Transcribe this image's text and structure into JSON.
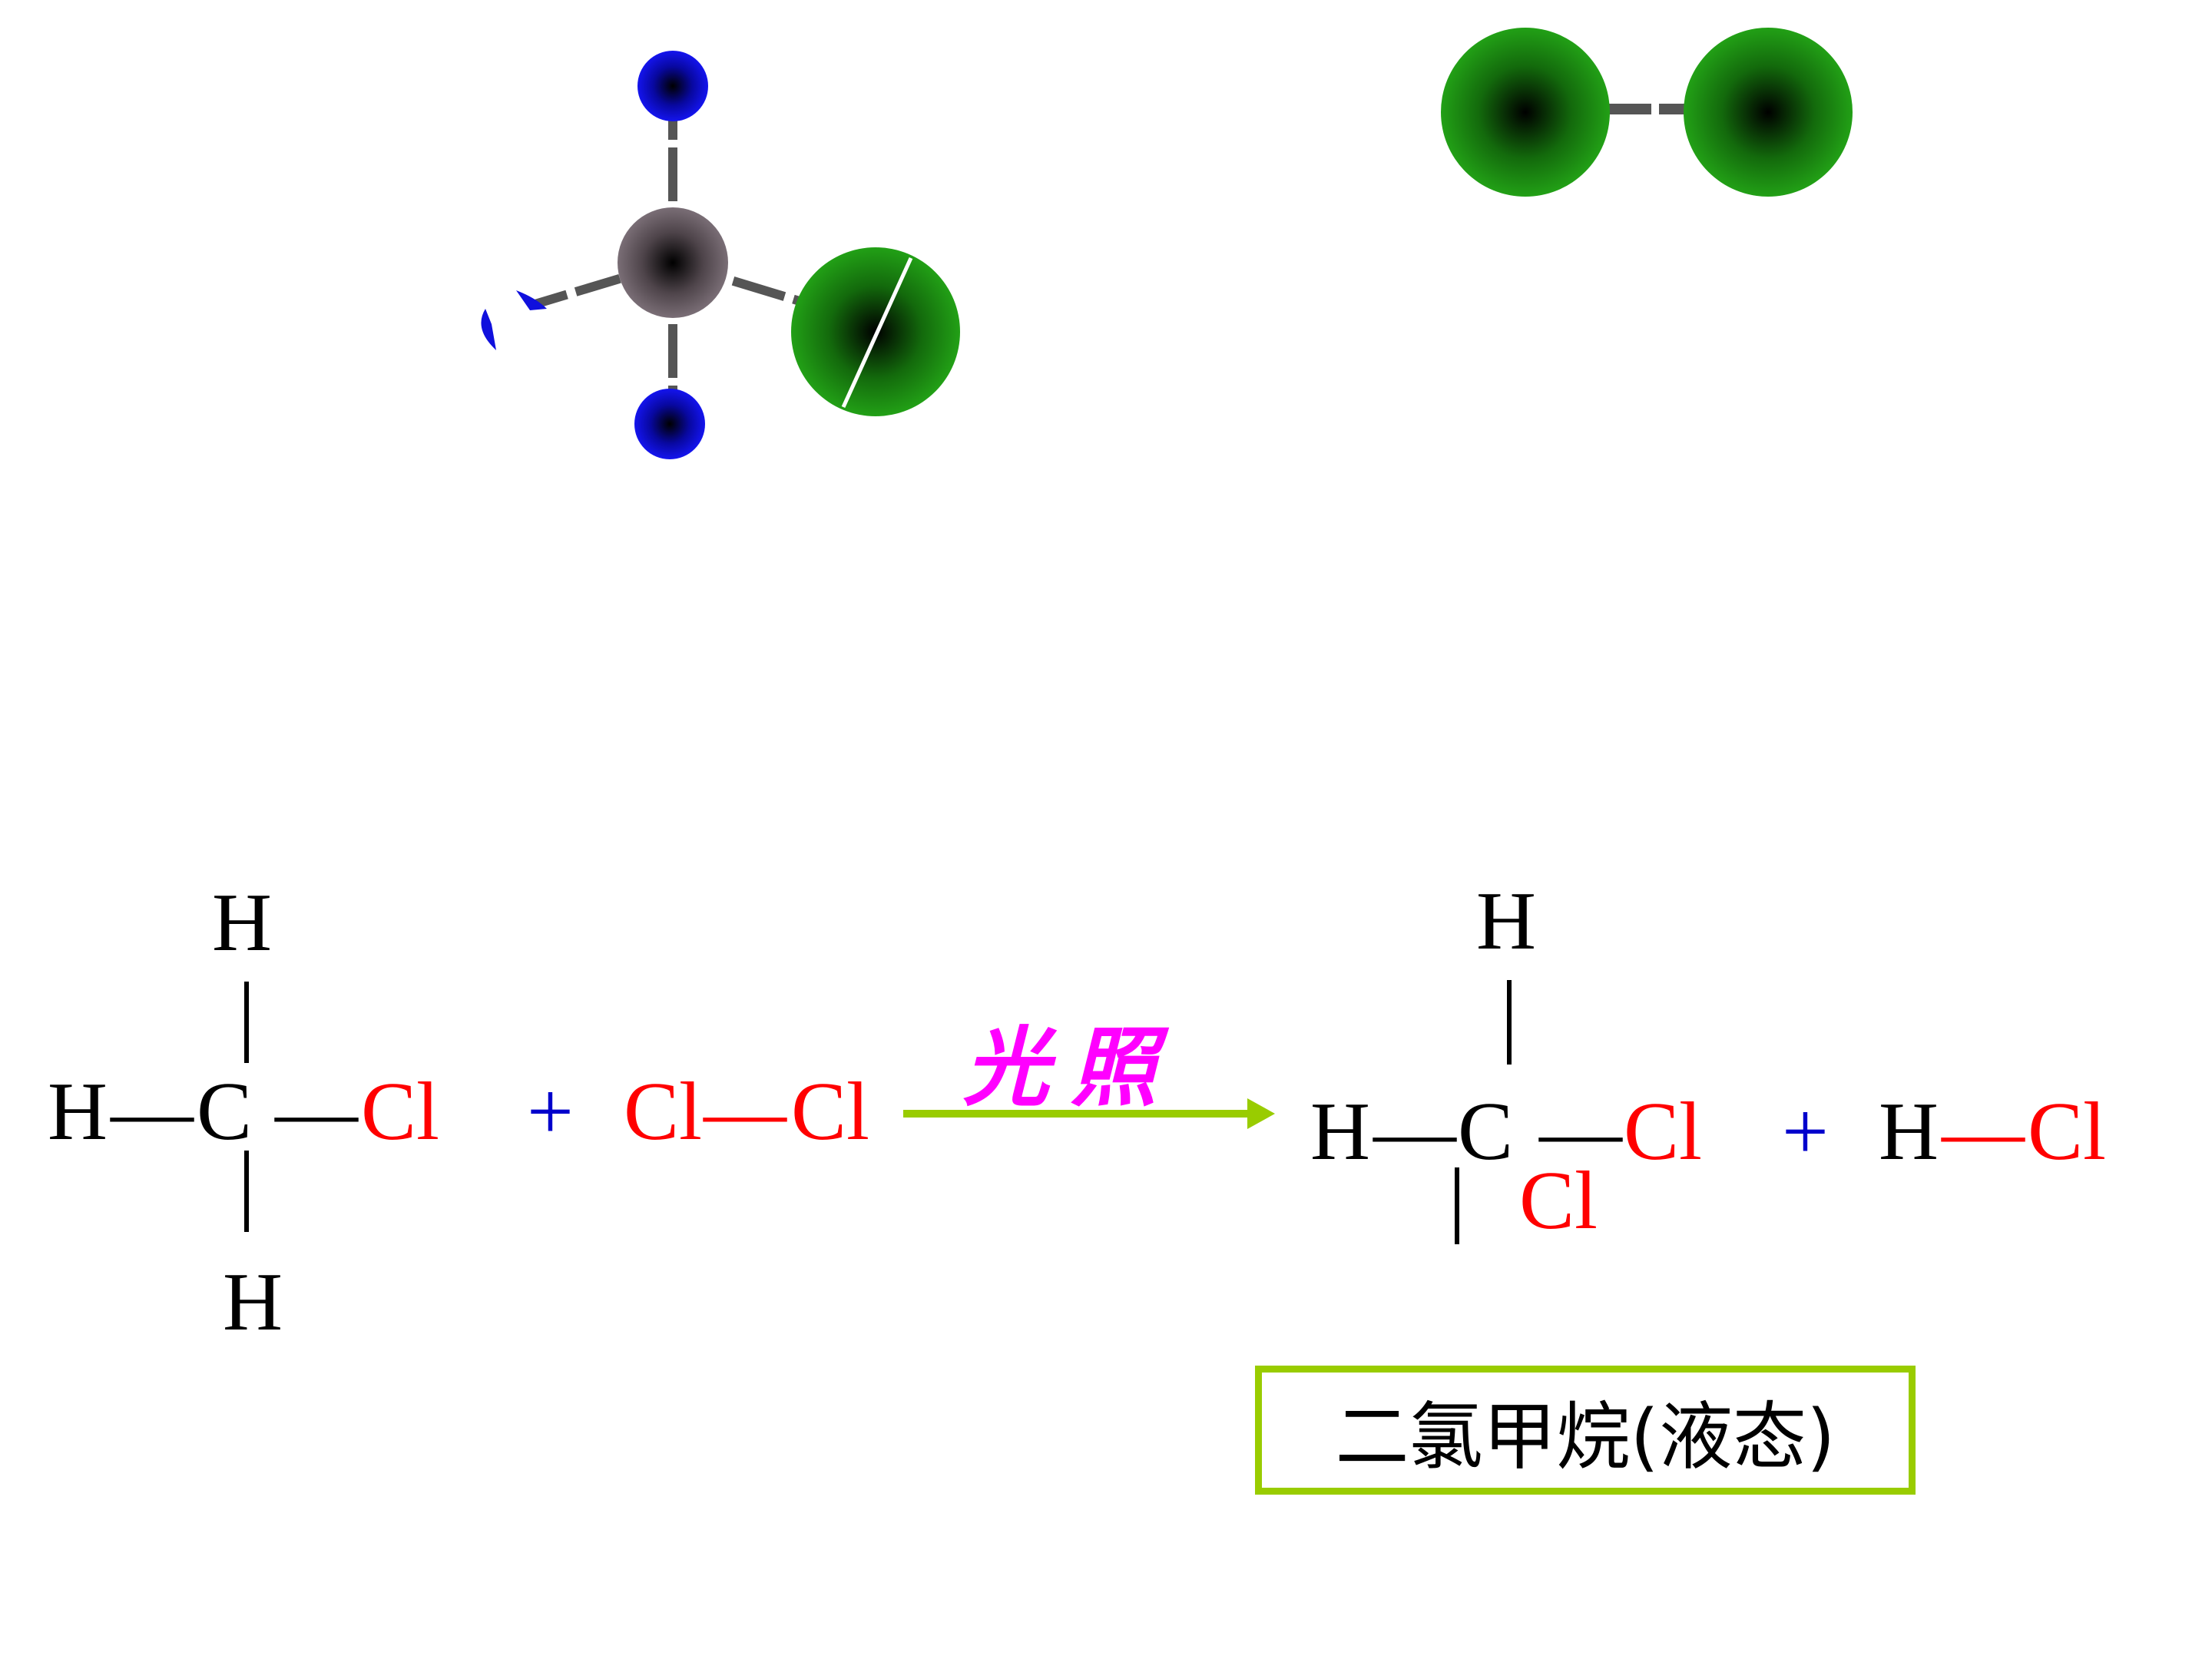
{
  "reactant_ch3cl": {
    "h_top": "H",
    "h_left": "H",
    "bond_left": "—",
    "c": "C",
    "bond_right": "—",
    "cl": "Cl",
    "h_bottom": "H"
  },
  "plus_1": "+",
  "reactant_cl2": {
    "cl_a": "Cl",
    "bond": "—",
    "cl_b": "Cl"
  },
  "condition": "光照",
  "product_ch2cl2": {
    "h_top": "H",
    "h_left": "H",
    "bond_left": "—",
    "c": "C",
    "bond_right": "—",
    "cl_right": "Cl",
    "cl_bottom": "Cl"
  },
  "plus_2": "+",
  "product_hcl": {
    "h": "H",
    "bond": "—",
    "cl": "Cl"
  },
  "product_label": "二氯甲烷(液态)",
  "colors": {
    "hydrogen": "#1010dd",
    "carbon": "#6b5f66",
    "chlorine": "#1f8c12",
    "bond": "#555555",
    "formula_black": "#000000",
    "formula_red": "#ff0000",
    "plus_blue": "#0000cc",
    "arrow": "#99cc00",
    "condition": "#ff00ff",
    "label_border": "#99cc00"
  }
}
